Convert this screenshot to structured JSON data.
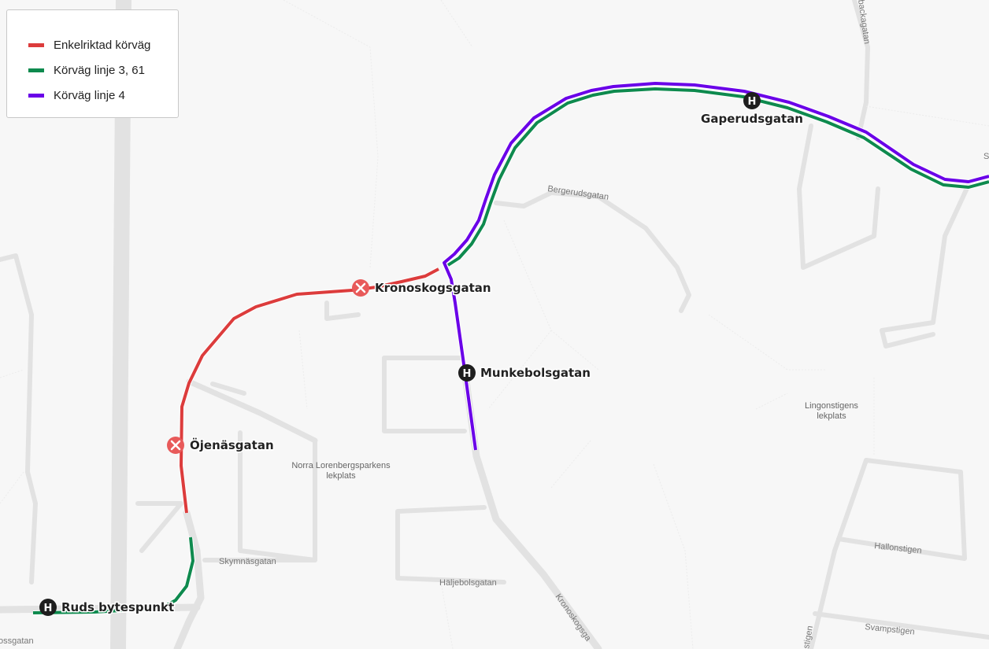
{
  "legend": {
    "items": [
      {
        "label": "Enkelriktad körväg",
        "color": "#dc3c3c"
      },
      {
        "label": "Körväg linje 3, 61",
        "color": "#0e8a4e"
      },
      {
        "label": "Körväg linje 4",
        "color": "#6a00e8"
      }
    ]
  },
  "stops": {
    "gaperudsgatan": "Gaperudsgatan",
    "munkebolsgatan": "Munkebolsgatan",
    "ruds_bytespunkt": "Ruds bytespunkt",
    "kronoskogsgatan": "Kronoskogsgatan",
    "ojenasgatan": "Öjenäsgatan"
  },
  "stop_icons": {
    "bus_stop": "H",
    "closed_stop": "×",
    "closed_color": "#e85a5a"
  },
  "streets": {
    "bergerudsgatan": "Bergerudsgatan",
    "skymnasgatan": "Skymnäsgatan",
    "haljebolsgatan": "Häljebolsgatan",
    "kronoskogsgatan_south": "Kronoskogsga",
    "hallonstigen": "Hallonstigen",
    "svampstigen": "Svampstigen",
    "lingonstigen_partial": "stigen",
    "backagatan_partial": "backagatan",
    "ossgatan_partial": "ossgatan",
    "s_partial": "S"
  },
  "pois": {
    "norra_lorenbergsparken_1": "Norra Lorenbergsparkens",
    "norra_lorenbergsparken_2": "lekplats",
    "lingonstigen_1": "Lingonstigens",
    "lingonstigen_2": "lekplats"
  }
}
